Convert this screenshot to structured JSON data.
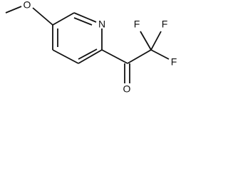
{
  "diagram": {
    "atoms": {
      "methoxy_o": "O",
      "ring_n": "N",
      "f_top_left": "F",
      "f_top_right": "F",
      "f_right": "F",
      "carbonyl_o": "O"
    },
    "colors": {
      "ink": "#111111",
      "background": "#ffffff"
    }
  }
}
